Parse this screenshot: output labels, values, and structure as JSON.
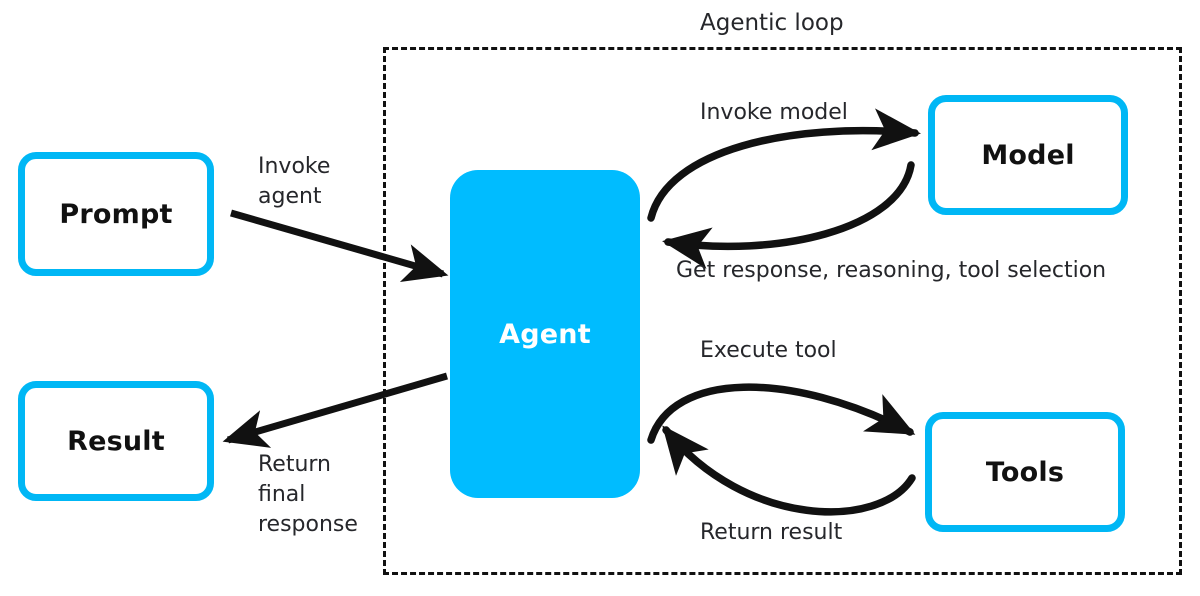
{
  "diagram": {
    "title": "Agentic loop",
    "colors": {
      "accent": "#00bcff",
      "node_border": "#00b7f5",
      "arrow": "#111111",
      "text": "#26272b",
      "background": "#ffffff"
    },
    "region": {
      "label": "Agentic loop",
      "style": "dashed"
    },
    "nodes": [
      {
        "id": "prompt",
        "label": "Prompt",
        "style": "outline"
      },
      {
        "id": "result",
        "label": "Result",
        "style": "outline"
      },
      {
        "id": "agent",
        "label": "Agent",
        "style": "filled"
      },
      {
        "id": "model",
        "label": "Model",
        "style": "outline"
      },
      {
        "id": "tools",
        "label": "Tools",
        "style": "outline"
      }
    ],
    "edges": [
      {
        "id": "prompt-to-agent",
        "from": "prompt",
        "to": "agent",
        "label": "Invoke\nagent",
        "shape": "straight"
      },
      {
        "id": "agent-to-result",
        "from": "agent",
        "to": "result",
        "label": "Return\nfinal\nresponse",
        "shape": "straight"
      },
      {
        "id": "agent-to-model",
        "from": "agent",
        "to": "model",
        "label": "Invoke model",
        "shape": "curve"
      },
      {
        "id": "model-to-agent",
        "from": "model",
        "to": "agent",
        "label": "Get response, reasoning, tool selection",
        "shape": "curve"
      },
      {
        "id": "agent-to-tools",
        "from": "agent",
        "to": "tools",
        "label": "Execute tool",
        "shape": "curve"
      },
      {
        "id": "tools-to-agent",
        "from": "tools",
        "to": "agent",
        "label": "Return result",
        "shape": "curve"
      }
    ],
    "labels": {
      "invoke_agent_line1": "Invoke",
      "invoke_agent_line2": "agent",
      "return_final_line1": "Return",
      "return_final_line2": "final",
      "return_final_line3": "response",
      "invoke_model": "Invoke model",
      "get_response": "Get response, reasoning, tool selection",
      "execute_tool": "Execute tool",
      "return_result": "Return result"
    }
  }
}
